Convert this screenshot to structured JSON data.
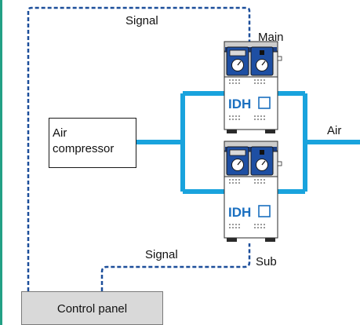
{
  "labels": {
    "signal_top": "Signal",
    "signal_bottom": "Signal",
    "main": "Main",
    "sub": "Sub",
    "air": "Air",
    "control_panel": "Control panel",
    "compressor_line1": "Air",
    "compressor_line2": "compressor",
    "dryer_logo": "IDH"
  },
  "colors": {
    "frame_border": "#23a085",
    "pipe": "#19a3dd",
    "signal_line": "#1c4e9a",
    "dryer_panel": "#c8c8c8",
    "logo": "#1a6fc0",
    "control_panel_fill": "#d9d9d9"
  }
}
